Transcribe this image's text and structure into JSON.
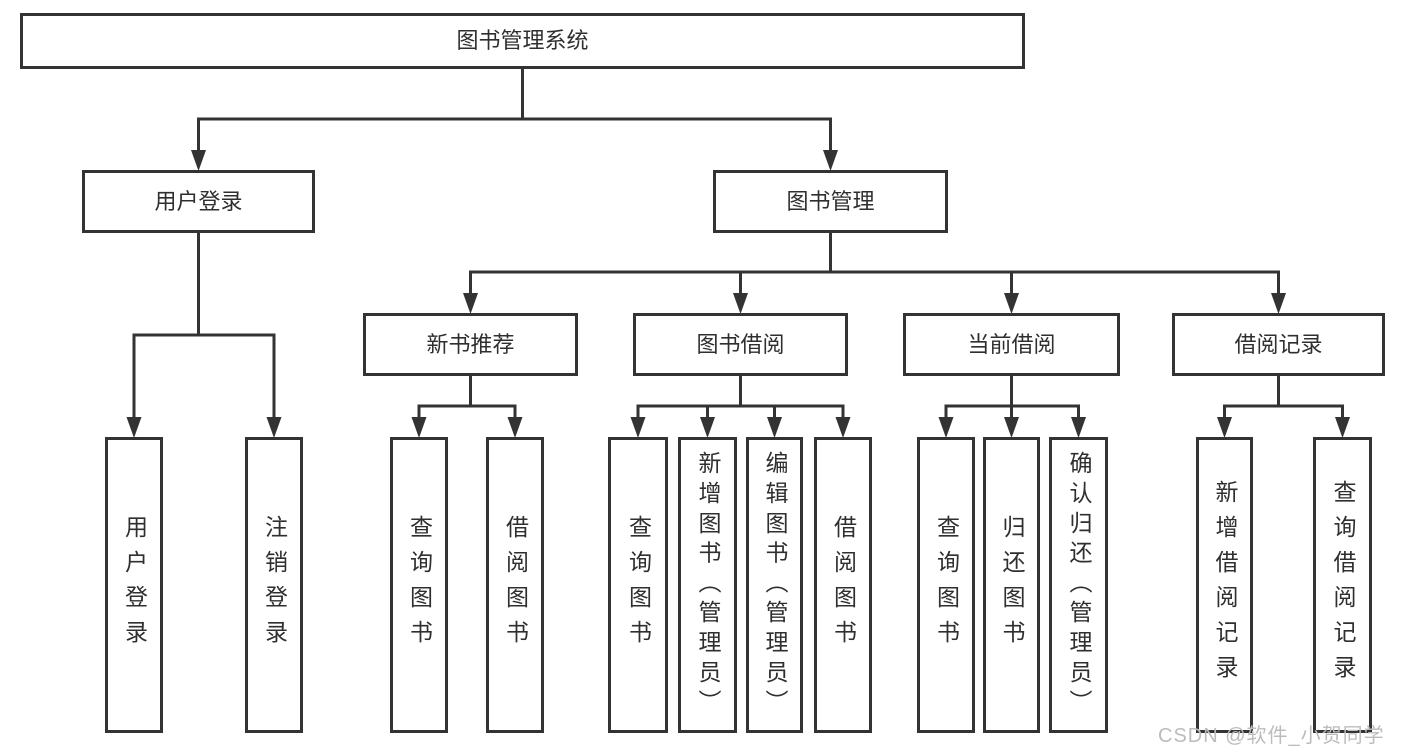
{
  "watermark": "CSDN @软件_小贺同学",
  "colors": {
    "background": "#ffffff",
    "line": "#333333",
    "box_border": "#333333",
    "text": "#2f2f2f",
    "watermark": "#bcbcbc"
  },
  "diagram": {
    "type": "hierarchy",
    "tree": {
      "id": "system-root",
      "label": "图书管理系统",
      "children": [
        {
          "id": "user-login",
          "label": "用户登录",
          "children": [
            {
              "id": "user-login-leaf",
              "label": "用户登录",
              "vertical": true
            },
            {
              "id": "logout-leaf",
              "label": "注销登录",
              "vertical": true
            }
          ]
        },
        {
          "id": "book-management",
          "label": "图书管理",
          "children": [
            {
              "id": "new-book-recommend",
              "label": "新书推荐",
              "children": [
                {
                  "id": "nbr-query-books",
                  "label": "查询图书",
                  "vertical": true
                },
                {
                  "id": "nbr-borrow-books",
                  "label": "借阅图书",
                  "vertical": true
                }
              ]
            },
            {
              "id": "book-borrowing",
              "label": "图书借阅",
              "children": [
                {
                  "id": "bb-query-books",
                  "label": "查询图书",
                  "vertical": true
                },
                {
                  "id": "bb-add-books-admin",
                  "label": "新增图书（管理员）",
                  "vertical": true
                },
                {
                  "id": "bb-edit-books-admin",
                  "label": "编辑图书（管理员）",
                  "vertical": true
                },
                {
                  "id": "bb-borrow-books",
                  "label": "借阅图书",
                  "vertical": true
                }
              ]
            },
            {
              "id": "current-borrowing",
              "label": "当前借阅",
              "children": [
                {
                  "id": "cb-query-books",
                  "label": "查询图书",
                  "vertical": true
                },
                {
                  "id": "cb-return-books",
                  "label": "归还图书",
                  "vertical": true
                },
                {
                  "id": "cb-confirm-return-admin",
                  "label": "确认归还（管理员）",
                  "vertical": true
                }
              ]
            },
            {
              "id": "borrowing-records",
              "label": "借阅记录",
              "children": [
                {
                  "id": "br-add-record",
                  "label": "新增借阅记录",
                  "vertical": true
                },
                {
                  "id": "br-query-record",
                  "label": "查询借阅记录",
                  "vertical": true
                }
              ]
            }
          ]
        }
      ]
    }
  }
}
